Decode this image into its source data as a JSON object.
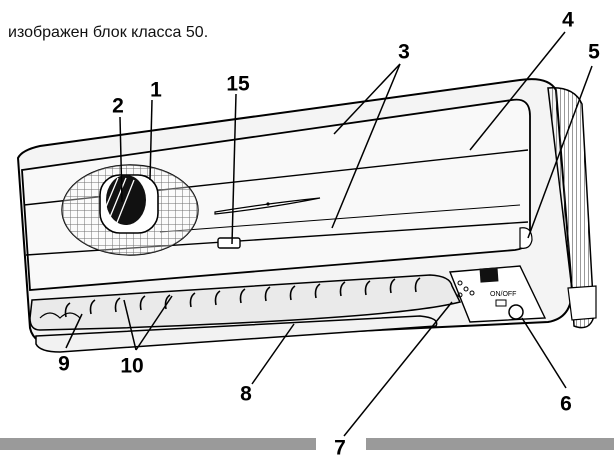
{
  "caption": "изображен блок класса 50.",
  "control_panel": {
    "on_off_label": "ON/OFF"
  },
  "callouts": [
    "1",
    "2",
    "3",
    "4",
    "5",
    "6",
    "7",
    "8",
    "9",
    "10",
    "15"
  ]
}
